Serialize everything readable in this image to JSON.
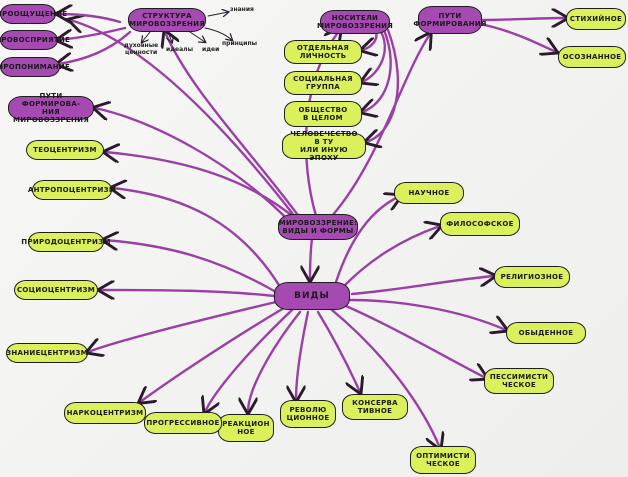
{
  "nodes": {
    "top_left_1": "МИРООЩУЩЕНИЕ",
    "top_left_2": "МИРОВОСПРИЯТИЕ",
    "top_left_3": "МИРОПОНИМАНИЕ",
    "structure": "СТРУКТУРА\nМИРОВОЗЗРЕНИЯ",
    "carriers": "НОСИТЕЛИ\nМИРОВОЗЗРЕНИЯ",
    "formation_ways": "ПУТИ\nФОРМИРОВАНИЯ",
    "spontaneous": "СТИХИЙНОЕ",
    "conscious": "ОСОЗНАННОЕ",
    "individual": "ОТДЕЛЬНАЯ\nЛИЧНОСТЬ",
    "social_group": "СОЦИАЛЬНАЯ\nГРУППА",
    "society": "ОБЩЕСТВО\nВ ЦЕЛОМ",
    "humanity": "ЧЕЛОВЕЧЕСТВО В ТУ\nИЛИ ИНУЮ ЭПОХУ",
    "paths_formation": "ПУТИ ФОРМИРОВА-\nНИЯ МИРОВОЗЗРЕНИЯ",
    "theocentrism": "ТЕОЦЕНТРИЗМ",
    "anthropocentrism": "АНТРОПОЦЕНТРИЗМ",
    "naturocentrism": "ПРИРОДОЦЕНТРИЗМ",
    "sociocentrism": "СОЦИОЦЕНТРИЗМ",
    "knowledgecentrism": "ЗНАНИЕЦЕНТРИЗМ",
    "worldview_types": "МИРОВОЗЗРЕНИЕ:\nВИДЫ И ФОРМЫ",
    "types": "ВИДЫ",
    "scientific": "НАУЧНОЕ",
    "philosophical": "ФИЛОСОФСКОЕ",
    "religious": "РЕЛИГИОЗНОЕ",
    "everyday": "ОБЫДЕННОЕ",
    "pessimistic": "ПЕССИМИСТИ\nЧЕСКОЕ",
    "optimistic": "ОПТИМИСТИ\nЧЕСКОЕ",
    "conservative": "КОНСЕРВА\nТИВНОЕ",
    "revolutionary": "РЕВОЛЮ\nЦИОННОЕ",
    "reactionary": "РЕАКЦИОН\nНОЕ",
    "progressive": "ПРОГРЕССИВНОЕ",
    "narcocentrism": "НАРКОЦЕНТРИЗМ"
  },
  "labels": {
    "knowledge": "знания",
    "principles": "принципы",
    "spiritual_values": "духовные\nценности",
    "ideals": "идеалы",
    "ideas": "идеи"
  },
  "colors": {
    "purple": "#a44ab0",
    "green": "#dbf05a",
    "stroke": "#9a3fa6"
  }
}
